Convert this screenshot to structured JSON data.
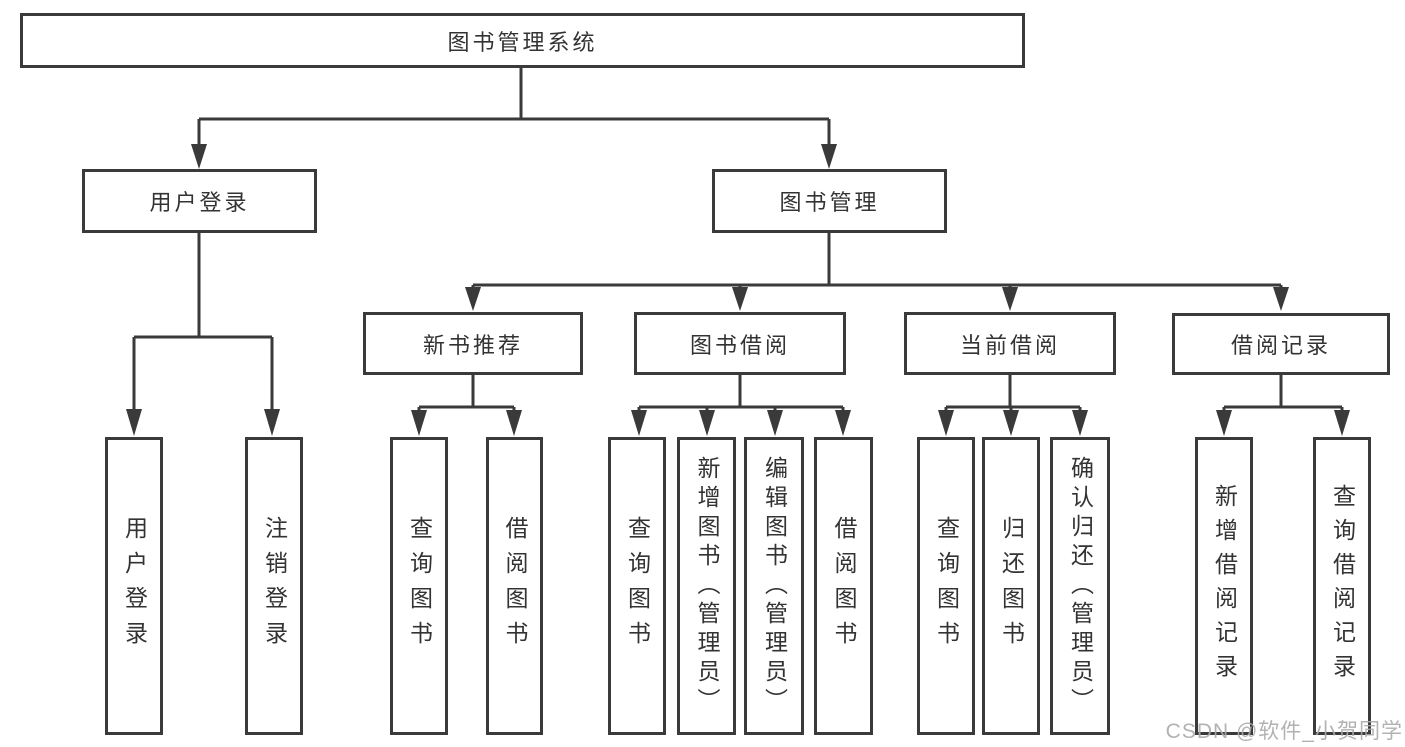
{
  "diagram": {
    "title": "图书管理系统",
    "level2": [
      "用户登录",
      "图书管理"
    ],
    "level3": [
      "新书推荐",
      "图书借阅",
      "当前借阅",
      "借阅记录"
    ],
    "leaves": {
      "user_login": [
        "用户登录",
        "注销登录"
      ],
      "new_books": [
        "查询图书",
        "借阅图书"
      ],
      "book_borrowing": [
        "查询图书",
        "新增图书（管理员）",
        "编辑图书（管理员）",
        "借阅图书"
      ],
      "current_borrowing": [
        "查询图书",
        "归还图书",
        "确认归还（管理员）"
      ],
      "borrowing_records": [
        "新增借阅记录",
        "查询借阅记录"
      ]
    }
  },
  "watermark": {
    "text": "CSDN @软件_小贺同学"
  },
  "colors": {
    "line": "#3a3a3a",
    "text": "#333333",
    "watermark": "#ababab"
  }
}
